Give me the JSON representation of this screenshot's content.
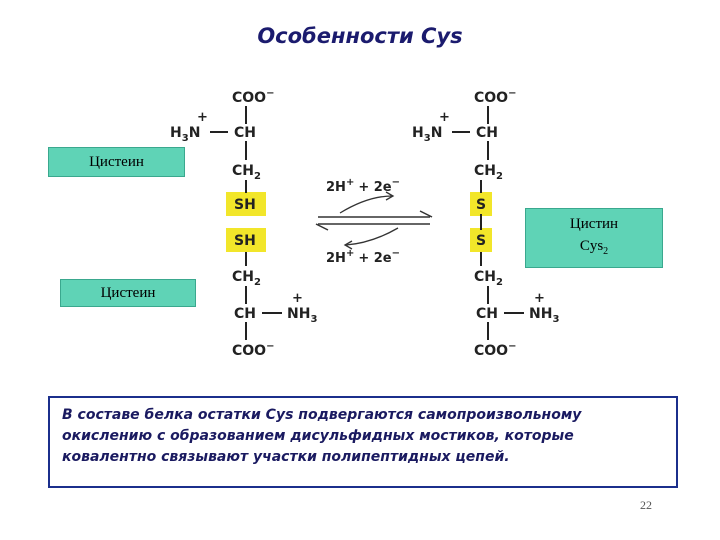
{
  "title": "Особенности Cys",
  "labels": {
    "cysteine_top": "Цистеин",
    "cysteine_bottom": "Цистеин",
    "cystine": "Цистин",
    "cystine_symbol": "Cys",
    "cystine_symbol_sub": "2"
  },
  "reduced_structure": {
    "top_carboxyl": "COO",
    "amine_prefix": "H",
    "amine_sub": "3",
    "amine_n": "N",
    "alpha_carbon": "CH",
    "methylene": "CH",
    "methylene_sub": "2",
    "thiol_1": "SH",
    "thiol_2": "SH",
    "methylene_2": "CH",
    "methylene_2_sub": "2",
    "alpha_carbon_2": "CH",
    "amine_2": "NH",
    "amine_2_sub": "3",
    "bottom_carboxyl": "COO"
  },
  "oxidized_structure": {
    "top_carboxyl": "COO",
    "amine_prefix": "H",
    "amine_sub": "3",
    "amine_n": "N",
    "alpha_carbon": "CH",
    "methylene": "CH",
    "methylene_sub": "2",
    "sulfur_1": "S",
    "sulfur_2": "S",
    "methylene_2": "CH",
    "methylene_2_sub": "2",
    "alpha_carbon_2": "CH",
    "amine_2": "NH",
    "amine_2_sub": "3",
    "bottom_carboxyl": "COO"
  },
  "reaction": {
    "top": "2H",
    "top_plus_2e": "+ 2e",
    "bottom": "2H",
    "bottom_plus_2e": "+ 2e"
  },
  "note": "В составе белка остатки Cys подвергаются самопроизвольному окислению с образованием дисульфидных мостиков, которые ковалентно связывают участки полипептидных цепей.",
  "page_number": "22",
  "colors": {
    "label_fill": "#5fd3b6",
    "sulfur_highlight": "#f2e62a",
    "title": "#1b1b6e",
    "note_border": "#1b2f8c"
  }
}
